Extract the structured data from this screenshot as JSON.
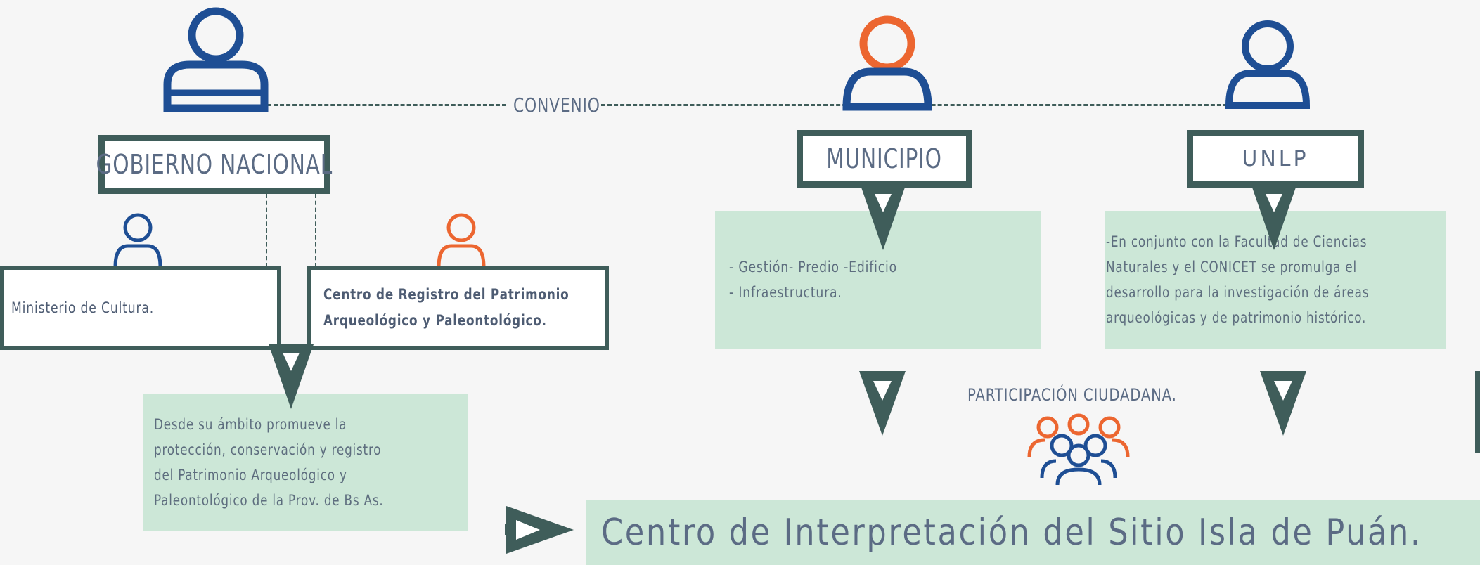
{
  "colors": {
    "dark": "#3f5d5a",
    "blue": "#1e4e94",
    "orange": "#ec6630",
    "green": "#cce7d7"
  },
  "convenio": "CONVENIO",
  "gobierno": "GOBIERNO NACIONAL",
  "municipio": "MUNICIPIO",
  "unlp": "UNLP",
  "ministerio": "Ministerio de Cultura.",
  "centro_registro": [
    "Centro de Registro del Patrimonio",
    "Arqueológico y Paleontológico."
  ],
  "desde": [
    "Desde su ámbito promueve la",
    "protección, conservación y registro",
    "del Patrimonio Arqueológico y",
    "Paleontológico de la Prov. de Bs As."
  ],
  "municipio_items": [
    "- Gestión- Predio -Edificio",
    "- Infraestructura."
  ],
  "unlp_text": [
    " -En conjunto con la Facultad de Ciencias",
    "Naturales y el CONICET se promulga el",
    "desarrollo para la investigación de áreas",
    "arqueológicas y de patrimonio histórico."
  ],
  "participacion": "PARTICIPACIÓN CIUDADANA.",
  "centro_interpretacion": "Centro de Interpretación del Sitio Isla de Puán."
}
